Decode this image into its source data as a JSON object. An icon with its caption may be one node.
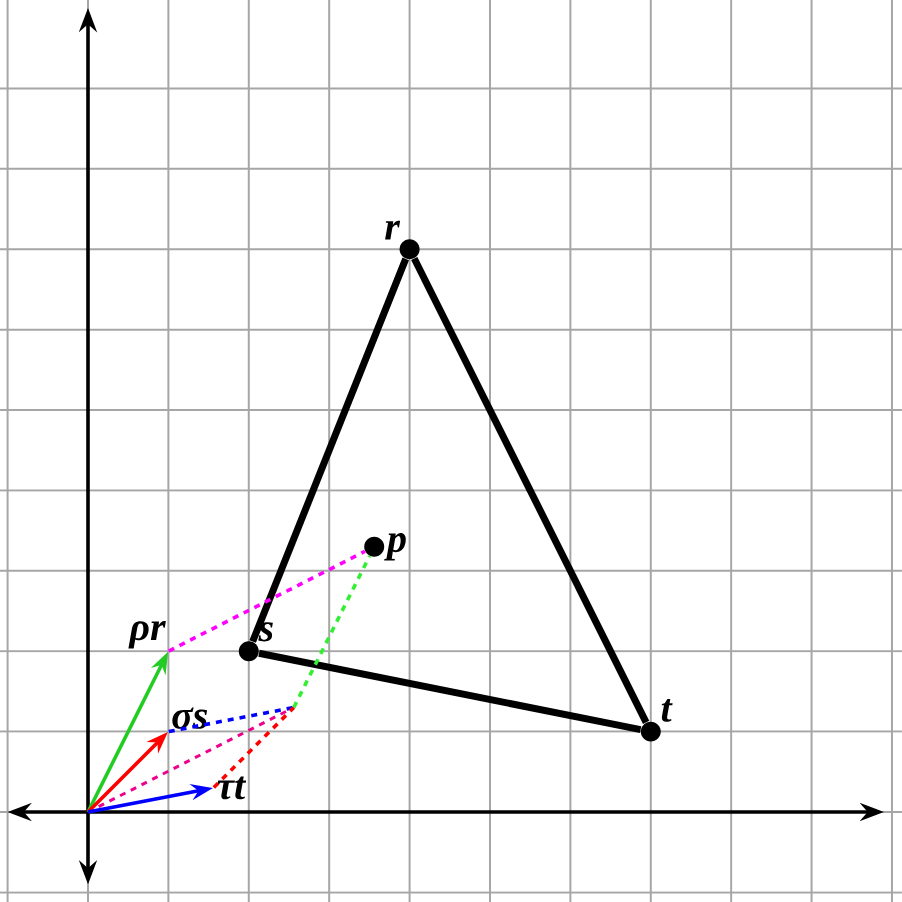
{
  "diagram": {
    "nodes": [
      {
        "text": [
          "r"
        ]
      },
      {
        "text": [
          "p"
        ]
      },
      {
        "text": [
          "ρr"
        ]
      },
      {
        "text": [
          "s"
        ]
      },
      {
        "text": [
          "σs"
        ]
      },
      {
        "text": [
          "t"
        ]
      },
      {
        "text": [
          "τt"
        ]
      }
    ],
    "edges": [
      {
        "from": 0,
        "to": 3,
        "arrow": "none",
        "style": "thick"
      },
      {
        "from": 3,
        "to": 5,
        "arrow": "none",
        "style": "thick"
      },
      {
        "from": 5,
        "to": 0,
        "arrow": "none",
        "style": "thick"
      },
      {
        "from": null,
        "to": 2,
        "arrow": "to",
        "color": "#22cc22"
      },
      {
        "from": null,
        "to": 4,
        "arrow": "to",
        "color": "#ff0000"
      },
      {
        "from": null,
        "to": 6,
        "arrow": "to",
        "color": "#0000ff"
      },
      {
        "from": 2,
        "to": 1,
        "arrow": "none",
        "style": "dashed",
        "color": "#ff00ff"
      },
      {
        "from": 4,
        "to": null,
        "arrow": "none",
        "style": "dashed",
        "color": "#0000ff"
      },
      {
        "from": 6,
        "to": null,
        "arrow": "none",
        "style": "dashed",
        "color": "#ff0000"
      },
      {
        "from": null,
        "to": 1,
        "arrow": "none",
        "style": "dashed",
        "color": "#33ee33"
      }
    ]
  }
}
